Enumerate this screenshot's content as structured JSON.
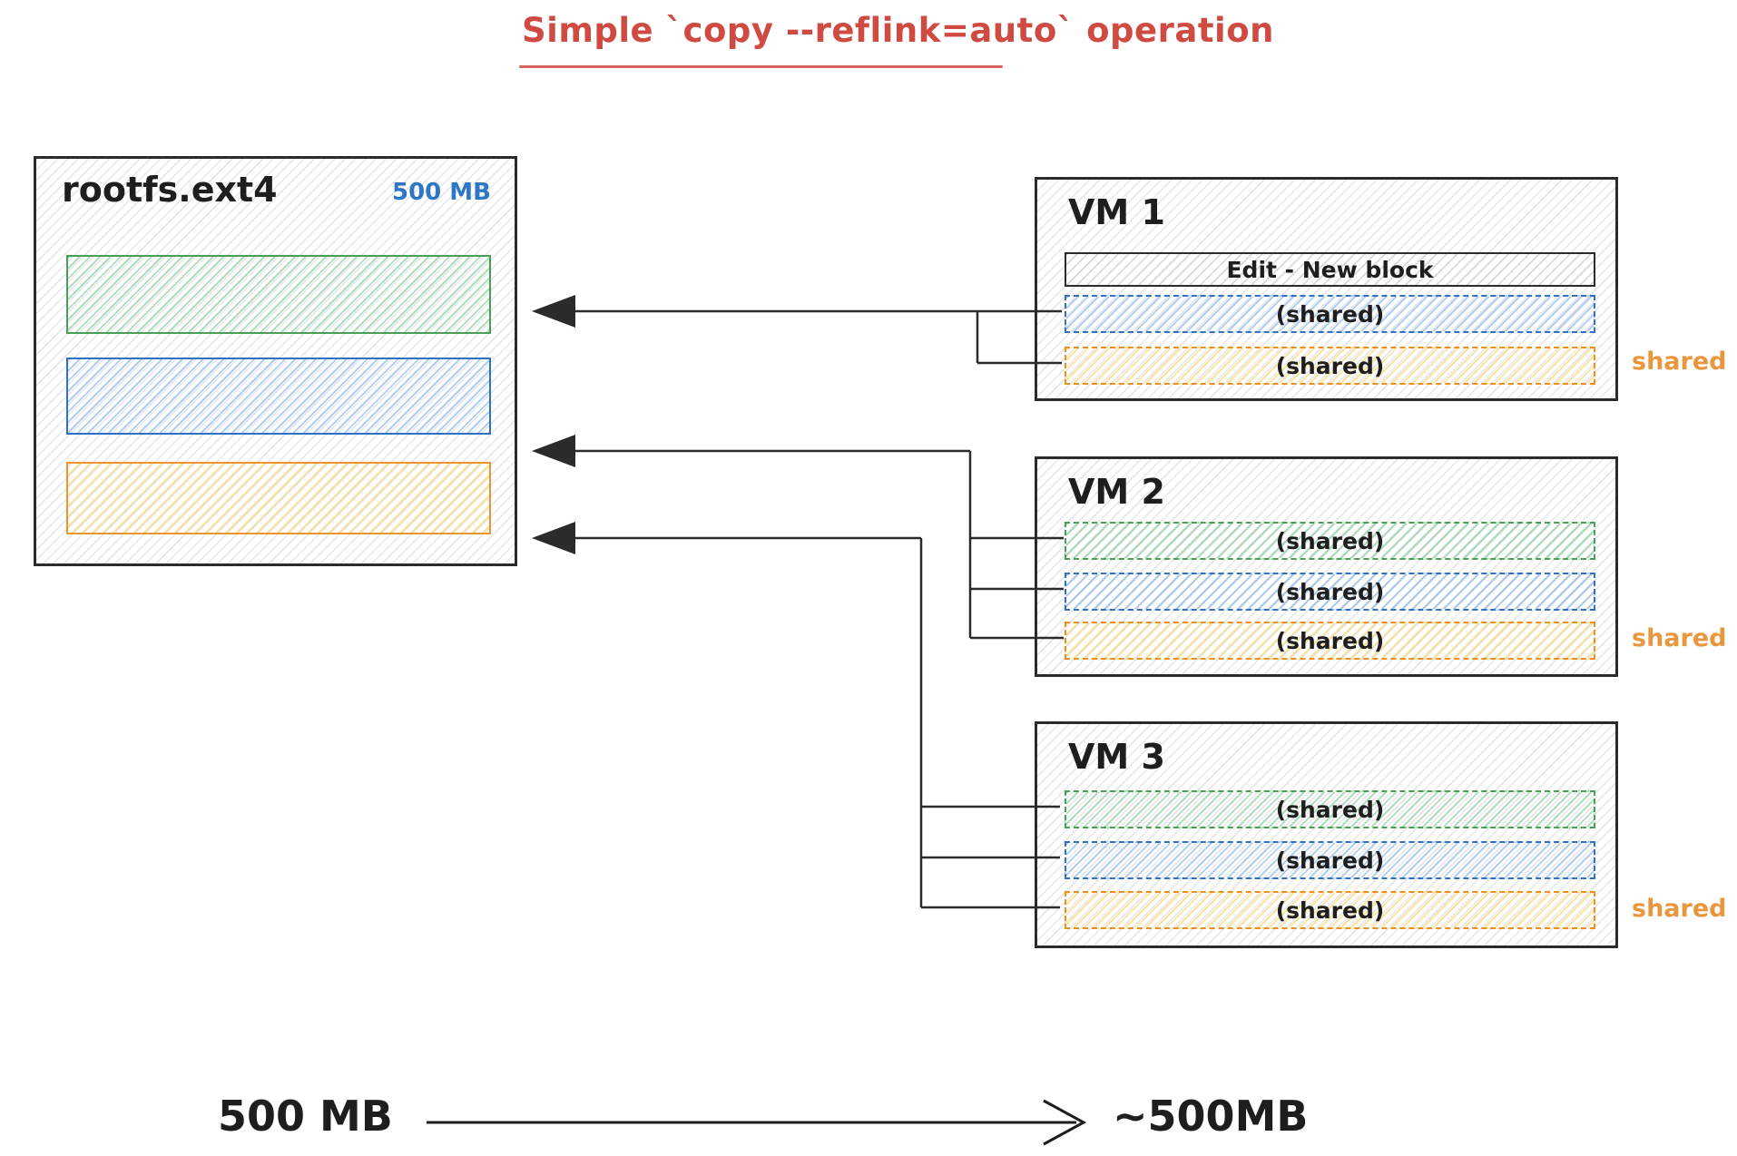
{
  "title": {
    "text": "Simple `copy --reflink=auto` operation"
  },
  "rootfs": {
    "label": "rootfs.ext4",
    "size": "500 MB",
    "blocks": [
      {
        "id": "green-block",
        "color": "#4a9e57"
      },
      {
        "id": "blue-block",
        "color": "#3171c1"
      },
      {
        "id": "orange-block",
        "color": "#e9962d"
      }
    ]
  },
  "vms": [
    {
      "name": "VM 1",
      "blocks": [
        {
          "kind": "edit",
          "label": "Edit - New block"
        },
        {
          "kind": "shared",
          "color": "blue",
          "label": "(shared)"
        },
        {
          "kind": "shared",
          "color": "orange",
          "label": "(shared)"
        }
      ],
      "side_label": "shared"
    },
    {
      "name": "VM 2",
      "blocks": [
        {
          "kind": "shared",
          "color": "green",
          "label": "(shared)"
        },
        {
          "kind": "shared",
          "color": "blue",
          "label": "(shared)"
        },
        {
          "kind": "shared",
          "color": "orange",
          "label": "(shared)"
        }
      ],
      "side_label": "shared"
    },
    {
      "name": "VM 3",
      "blocks": [
        {
          "kind": "shared",
          "color": "green",
          "label": "(shared)"
        },
        {
          "kind": "shared",
          "color": "blue",
          "label": "(shared)"
        },
        {
          "kind": "shared",
          "color": "orange",
          "label": "(shared)"
        }
      ],
      "side_label": "shared"
    }
  ],
  "footer": {
    "source_size": "500 MB",
    "result_size": "~500MB"
  },
  "colors": {
    "title_red": "#cf4a41",
    "size_blue": "#2f76c5",
    "shared_orange": "#e9973e",
    "green": "#4a9e57",
    "blue": "#3171c1",
    "orange": "#ec8f1c",
    "ink": "#2b2b2b"
  }
}
